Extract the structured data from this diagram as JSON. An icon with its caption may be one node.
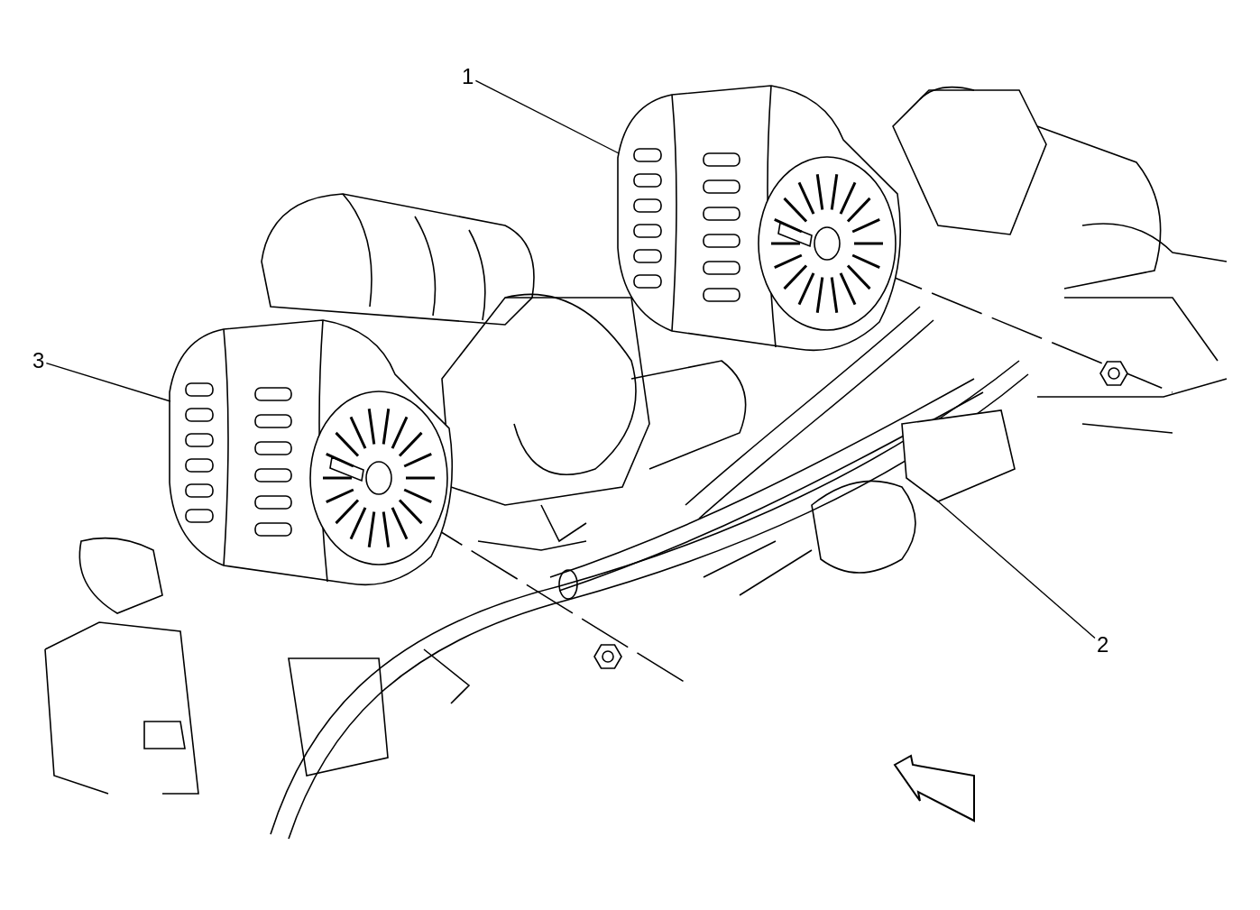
{
  "diagram": {
    "nodes": [
      {
        "text": [
          "1"
        ]
      },
      {
        "text": [],
        "shape": "picture"
      },
      {
        "text": [
          "3"
        ]
      },
      {
        "text": [],
        "shape": "picture"
      },
      {
        "text": [
          "2"
        ]
      },
      {
        "text": [],
        "shape": "picture"
      }
    ],
    "edges": [
      {
        "from": 0,
        "to": 1,
        "arrow": "none"
      },
      {
        "from": 2,
        "to": 3,
        "arrow": "none"
      },
      {
        "from": 4,
        "to": 5,
        "arrow": "none"
      }
    ]
  }
}
